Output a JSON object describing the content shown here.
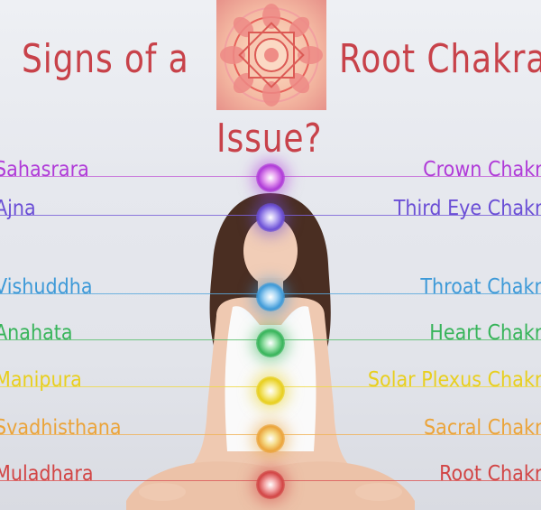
{
  "title": {
    "part1": "Signs of a",
    "part2": "Root Chakra",
    "part3": "Issue?",
    "color": "#c8424a"
  },
  "chakras": [
    {
      "left": "Sahasrara",
      "right": "Crown Chakra",
      "color": "#b03bd8",
      "line": "#c56ad8"
    },
    {
      "left": "Ajna",
      "right": "Third Eye Chakra",
      "color": "#6b4fd6",
      "line": "#7c63d8"
    },
    {
      "left": "Vishuddha",
      "right": "Throat Chakra",
      "color": "#3e9ad8",
      "line": "#5aa8dc"
    },
    {
      "left": "Anahata",
      "right": "Heart Chakra",
      "color": "#37b45a",
      "line": "#5cc070"
    },
    {
      "left": "Manipura",
      "right": "Solar Plexus Chakra",
      "color": "#e8cf1e",
      "line": "#efd94a"
    },
    {
      "left": "Svadhisthana",
      "right": "Sacral Chakra",
      "color": "#eba43a",
      "line": "#f0b45a"
    },
    {
      "left": "Muladhara",
      "right": "Root Chakra",
      "color": "#d24545",
      "line": "#dc5c5c"
    }
  ]
}
